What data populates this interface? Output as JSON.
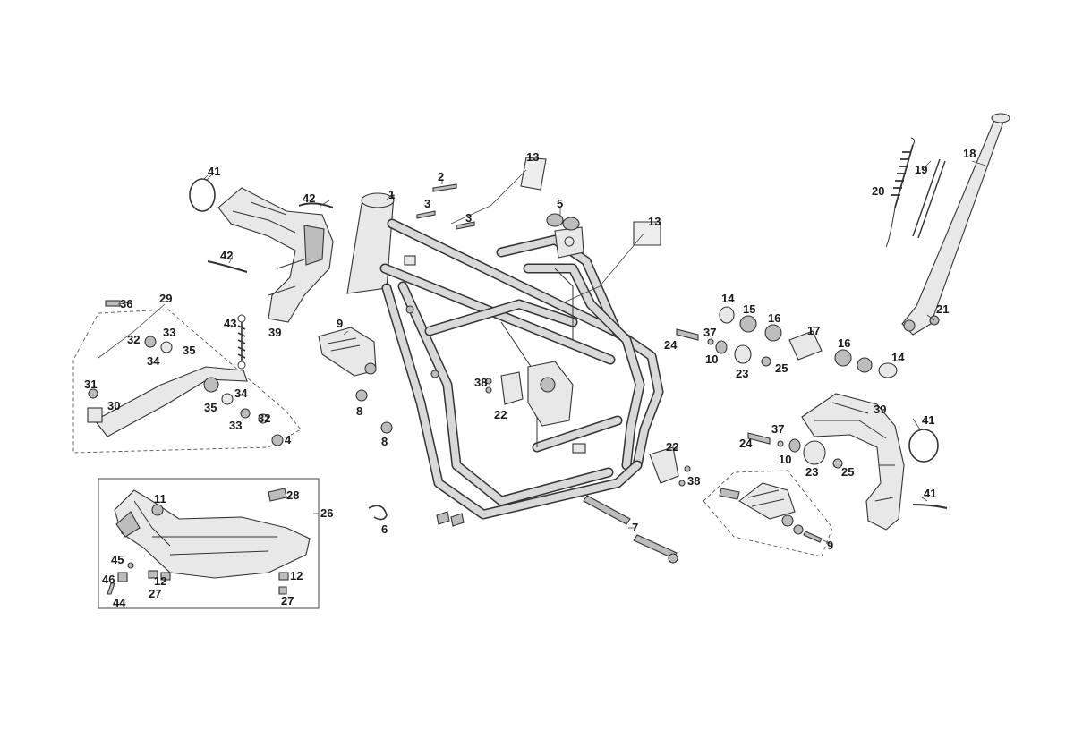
{
  "diagram": {
    "callouts": [
      "1",
      "2",
      "3",
      "3",
      "13",
      "13",
      "5",
      "41",
      "42",
      "42",
      "43",
      "39",
      "36",
      "29",
      "32",
      "33",
      "34",
      "35",
      "31",
      "30",
      "35",
      "34",
      "33",
      "32",
      "4",
      "9",
      "8",
      "8",
      "38",
      "22",
      "14",
      "15",
      "16",
      "24",
      "37",
      "10",
      "23",
      "25",
      "17",
      "16",
      "14",
      "20",
      "19",
      "18",
      "21",
      "39",
      "41",
      "37",
      "24",
      "10",
      "23",
      "25",
      "22",
      "38",
      "41",
      "9",
      "7",
      "6",
      "26",
      "11",
      "28",
      "45",
      "46",
      "12",
      "27",
      "44",
      "12",
      "27"
    ]
  }
}
